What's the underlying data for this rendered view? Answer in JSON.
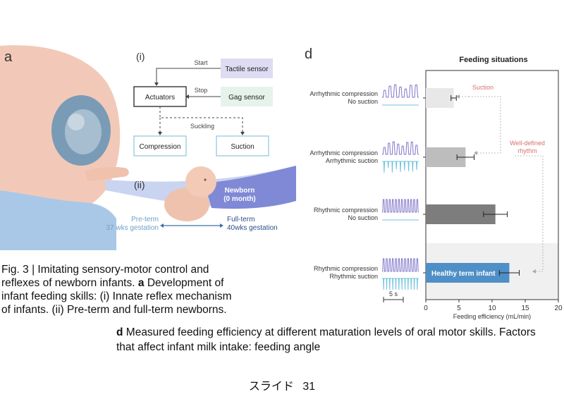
{
  "panel_a": {
    "letter": "a",
    "label_i": "(i)",
    "label_ii": "(ii)",
    "start": "Start",
    "stop": "Stop",
    "suckling": "Suckling",
    "tactile_sensor": "Tactile sensor",
    "gag_sensor": "Gag sensor",
    "actuators": "Actuators",
    "compression": "Compression",
    "suction": "Suction",
    "newborn_line1": "Newborn",
    "newborn_line2": "(0 month)",
    "preterm_line1": "Pre-term",
    "preterm_line2": "37 wks gestation",
    "fullterm_line1": "Full-term",
    "fullterm_line2": "40wks gestation"
  },
  "panel_d": {
    "letter": "d",
    "scale_bar": "5 s",
    "annotation_suction": "Suction",
    "annotation_rhythm_line1": "Well-defined",
    "annotation_rhythm_line2": "rhythm",
    "rows": [
      {
        "line1": "Arrhythmic compression",
        "line2": "No suction"
      },
      {
        "line1": "Arrhythmic compression",
        "line2": "Arrhythmic suction"
      },
      {
        "line1": "Rhythmic compression",
        "line2": "No suction"
      },
      {
        "line1": "Rhythmic compression",
        "line2": "Rhythmic suction"
      }
    ]
  },
  "chart_data": {
    "type": "bar",
    "orientation": "horizontal",
    "title": "Feeding situations",
    "xlabel": "Feeding efficiency (mL/min)",
    "xlim": [
      0,
      20
    ],
    "xticks": [
      "0",
      "5",
      "10",
      "15",
      "20"
    ],
    "categories": [
      "Arrhythmic compression / No suction",
      "Arrhythmic compression / Arrhythmic suction",
      "Rhythmic compression / No suction",
      "Rhythmic compression / Rhythmic suction"
    ],
    "values": [
      4.2,
      6,
      10.5,
      12.6
    ],
    "errors": [
      0.4,
      1.3,
      1.8,
      1.5
    ],
    "bar_labels": [
      "",
      "",
      "",
      "Healthy term infant"
    ],
    "colors": [
      "#e8e8e8",
      "#bdbdbd",
      "#7d7d7d",
      "#4f8fc7"
    ]
  },
  "caption_left": {
    "line1": "Fig. 3 | Imitating sensory-motor control and",
    "line2_pre": "reflexes of newborn infants.",
    "line2_bold": "a",
    "line2_post": "Development of",
    "line3": "infant feeding skills: (i) Innate reflex mechanism",
    "line4": "of infants. (ii) Pre-term and full-term newborns."
  },
  "caption_right": {
    "bold": "d",
    "text": "Measured feeding efficiency at different maturation levels of oral motor skills. Factors that affect infant milk intake: feeding angle"
  },
  "slide": {
    "label": "スライド",
    "number": "31"
  }
}
